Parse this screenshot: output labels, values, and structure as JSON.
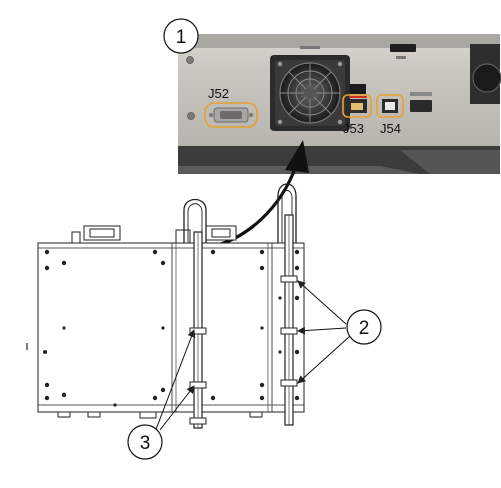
{
  "callouts": {
    "c1": "1",
    "c2": "2",
    "c3": "3"
  },
  "connectors": {
    "j52": "J52",
    "j53": "J53",
    "j54": "J54"
  },
  "colors": {
    "highlight": "#e8a030",
    "photo_panel": "#4a4a4a",
    "chassis_line": "#222222"
  }
}
